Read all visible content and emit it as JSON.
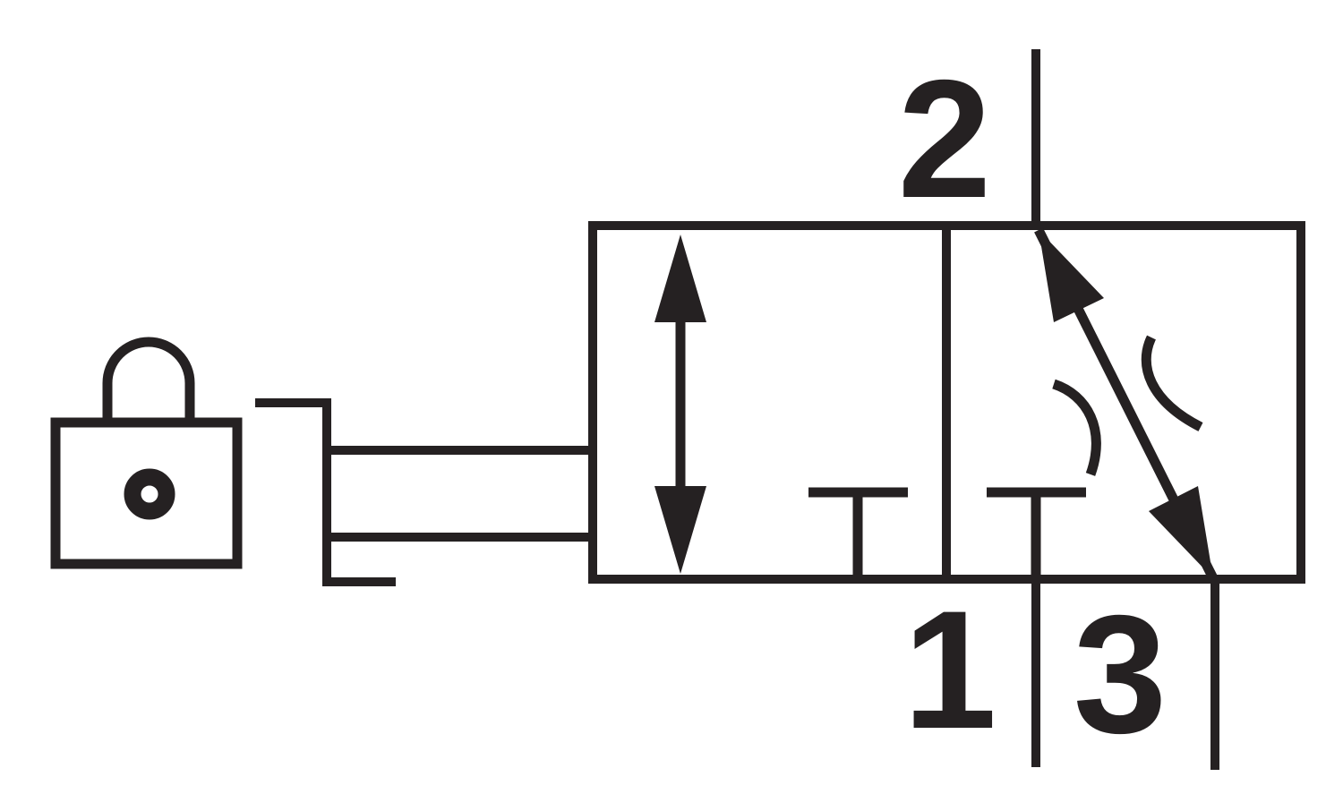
{
  "diagram": {
    "background_color": "#ffffff",
    "line_color": "#252122"
  },
  "labels": {
    "port_top": "2",
    "port_bottom_left": "1",
    "port_bottom_right": "3"
  },
  "components": {
    "actuator_icon": "padlock-icon",
    "actuator_linkage": "lever-latch",
    "actuator_connection": "push-rod",
    "valve_left_position_icons": [
      "vertical-double-arrow-icon",
      "blocked-port-tee-icon"
    ],
    "valve_right_position_icons": [
      "diagonal-flow-arrow-icon",
      "throttle-arcs-icon",
      "blocked-port-tee-icon"
    ]
  }
}
